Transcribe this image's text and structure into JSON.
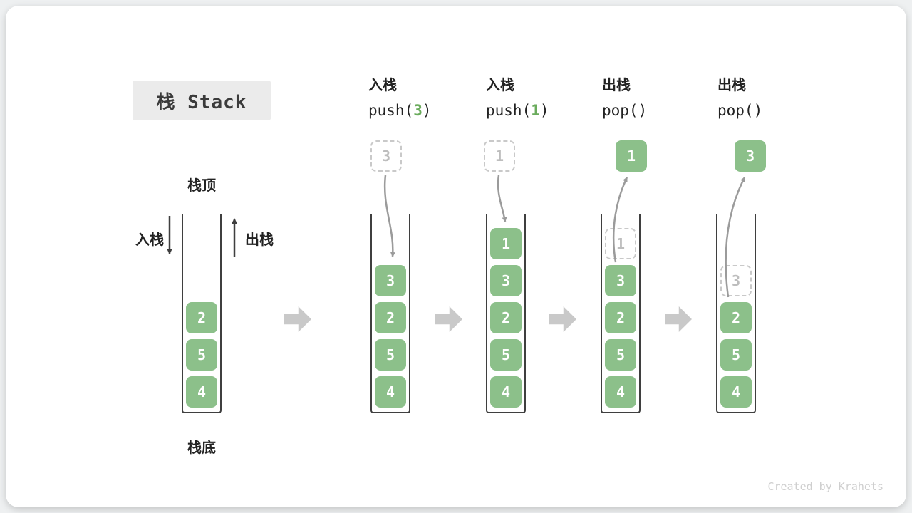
{
  "title": "栈 Stack",
  "watermark": "Created by Krahets",
  "colors": {
    "cell_green": "#8CC08A",
    "arg_green": "#6aab5c",
    "ghost_gray": "#c9c9c9",
    "curve_arrow_gray": "#9b9b9b",
    "dark_arrow": "#3f3f3f",
    "block_arrow_gray": "#c9c9c9",
    "title_box_bg": "#ebebeb"
  },
  "legend": {
    "stack_top": "栈顶",
    "stack_bottom": "栈底",
    "push": "入栈",
    "pop": "出栈"
  },
  "base_stack": {
    "elements": [
      "2",
      "5",
      "4"
    ]
  },
  "steps": [
    {
      "label": "入栈",
      "code_pre": "push(",
      "code_arg": "3",
      "code_post": ")",
      "floating": "3",
      "elements": [
        "3",
        "2",
        "5",
        "4"
      ]
    },
    {
      "label": "入栈",
      "code_pre": "push(",
      "code_arg": "1",
      "code_post": ")",
      "floating": "1",
      "elements": [
        "1",
        "3",
        "2",
        "5",
        "4"
      ]
    },
    {
      "label": "出栈",
      "code_pre": "pop(",
      "code_arg": "",
      "code_post": ")",
      "floating": "1",
      "ghost": "1",
      "elements": [
        "3",
        "2",
        "5",
        "4"
      ]
    },
    {
      "label": "出栈",
      "code_pre": "pop(",
      "code_arg": "",
      "code_post": ")",
      "floating": "3",
      "ghost": "3",
      "elements": [
        "2",
        "5",
        "4"
      ]
    }
  ]
}
